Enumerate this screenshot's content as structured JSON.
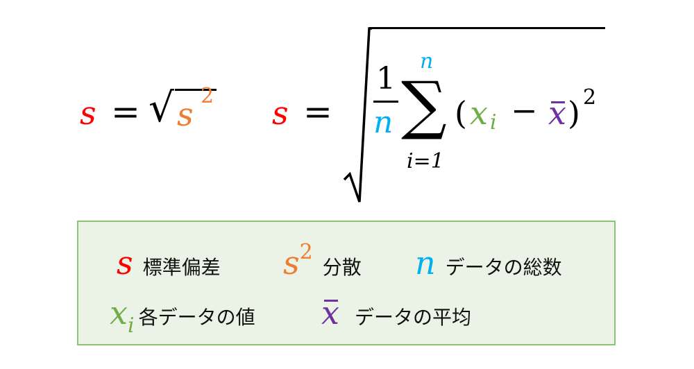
{
  "colors": {
    "s": "#ff0000",
    "s2": "#ed7d31",
    "n": "#00b0f0",
    "xi": "#70ad47",
    "xbar": "#7030a0",
    "black": "#000000",
    "legend_bg": "#ebf3e6",
    "legend_border": "#8cc270"
  },
  "formula1": {
    "lhs": "s",
    "eq": "=",
    "radical": "√",
    "rad_var": "s",
    "rad_exp": "2"
  },
  "formula2": {
    "lhs": "s",
    "eq": "=",
    "frac_num": "1",
    "frac_den": "n",
    "sigma": "∑",
    "sum_upper": "n",
    "sum_lower": "i=1",
    "lparen": "(",
    "x": "x",
    "x_sub": "i",
    "minus": "−",
    "xbar": "x",
    "rparen": ")",
    "exp": "2"
  },
  "legend": {
    "items": [
      {
        "symbol": "s",
        "label": "標準偏差"
      },
      {
        "symbol": "s",
        "sup": "2",
        "label": "分散"
      },
      {
        "symbol": "n",
        "label": "データの総数"
      },
      {
        "symbol": "x",
        "sub": "i",
        "label": "各データの値"
      },
      {
        "symbol": "x",
        "bar": true,
        "label": "データの平均"
      }
    ]
  }
}
